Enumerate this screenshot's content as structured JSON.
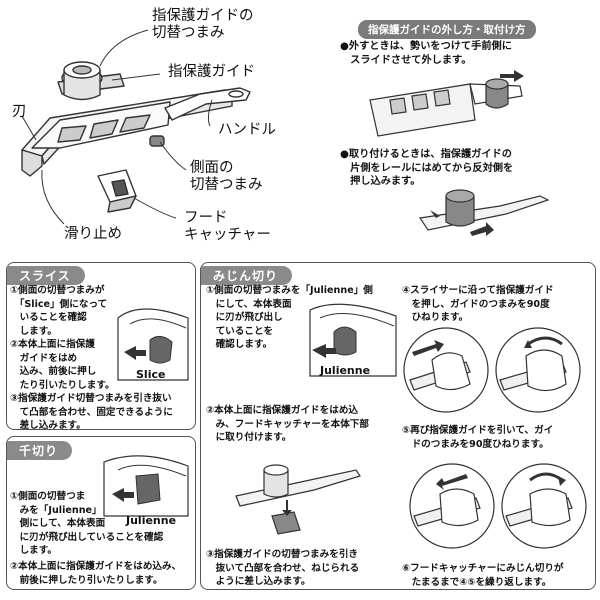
{
  "top": {
    "labels": {
      "finger_guard_knob": [
        "指保護ガイドの",
        "切替つまみ"
      ],
      "finger_guard": "指保護ガイド",
      "blade": "刃",
      "handle": "ハンドル",
      "side_knob": [
        "側面の",
        "切替つまみ"
      ],
      "food_catcher": [
        "フード",
        "キャッチャー"
      ],
      "anti_slip": "滑り止め"
    },
    "howto": {
      "title": "指保護ガイドの外し方・取付け方",
      "remove": [
        "●外すときは、勢いをつけて手前側に",
        "　スライドさせて外します。"
      ],
      "attach": [
        "●取り付けるときは、指保護ガイドの",
        "　片側をレールにはめてから反対側を",
        "　押し込みます。"
      ]
    }
  },
  "slice": {
    "title": "スライス",
    "step1": [
      "①側面の切替つまみが",
      "　「Slice」側になって",
      "　いることを確認",
      "　します。"
    ],
    "step2": [
      "②本体上面に指保護",
      "　ガイドをはめ",
      "　込み、前後に押し",
      "　たり引いたりします。"
    ],
    "step3": [
      "③指保護ガイド切替つまみを引き抜い",
      "　て凸部を合わせ、固定できるように",
      "　差し込みます。"
    ],
    "knob_label": "Slice"
  },
  "julienne": {
    "title": "千切り",
    "step1": [
      "①側面の切替つま",
      "　みを「Julienne」",
      "　側にして、本体表面",
      "　に刃が飛び出していることを確認",
      "　します。"
    ],
    "step2": [
      "②本体上面に指保護ガイドをはめ込み、",
      "　前後に押したり引いたりします。"
    ],
    "knob_label": "Julienne"
  },
  "mince": {
    "title": "みじん切り",
    "step1": [
      "①側面の切替つまみを「Julienne」側",
      "　にして、本体表面",
      "　に刃が飛び出し",
      "　ていることを",
      "　確認します。"
    ],
    "step2": [
      "②本体上面に指保護ガイドをはめ込",
      "　み、フードキャッチャーを本体下部",
      "　に取り付けます。"
    ],
    "step3": [
      "③指保護ガイドの切替つまみを引き",
      "　抜いて凸部を合わせ、ねじられる",
      "　ように差し込みます。"
    ],
    "step4": [
      "④スライサーに沿って指保護ガイド",
      "　を押し、ガイドのつまみを90度",
      "　ひねります。"
    ],
    "step5": [
      "⑤再び指保護ガイドを引いて、ガイ",
      "　ドのつまみを90度ひねります。"
    ],
    "step6": [
      "⑥フードキャッチャーにみじん切りが",
      "　たまるまで④⑤を繰り返します。"
    ],
    "knob_label": "Julienne"
  }
}
